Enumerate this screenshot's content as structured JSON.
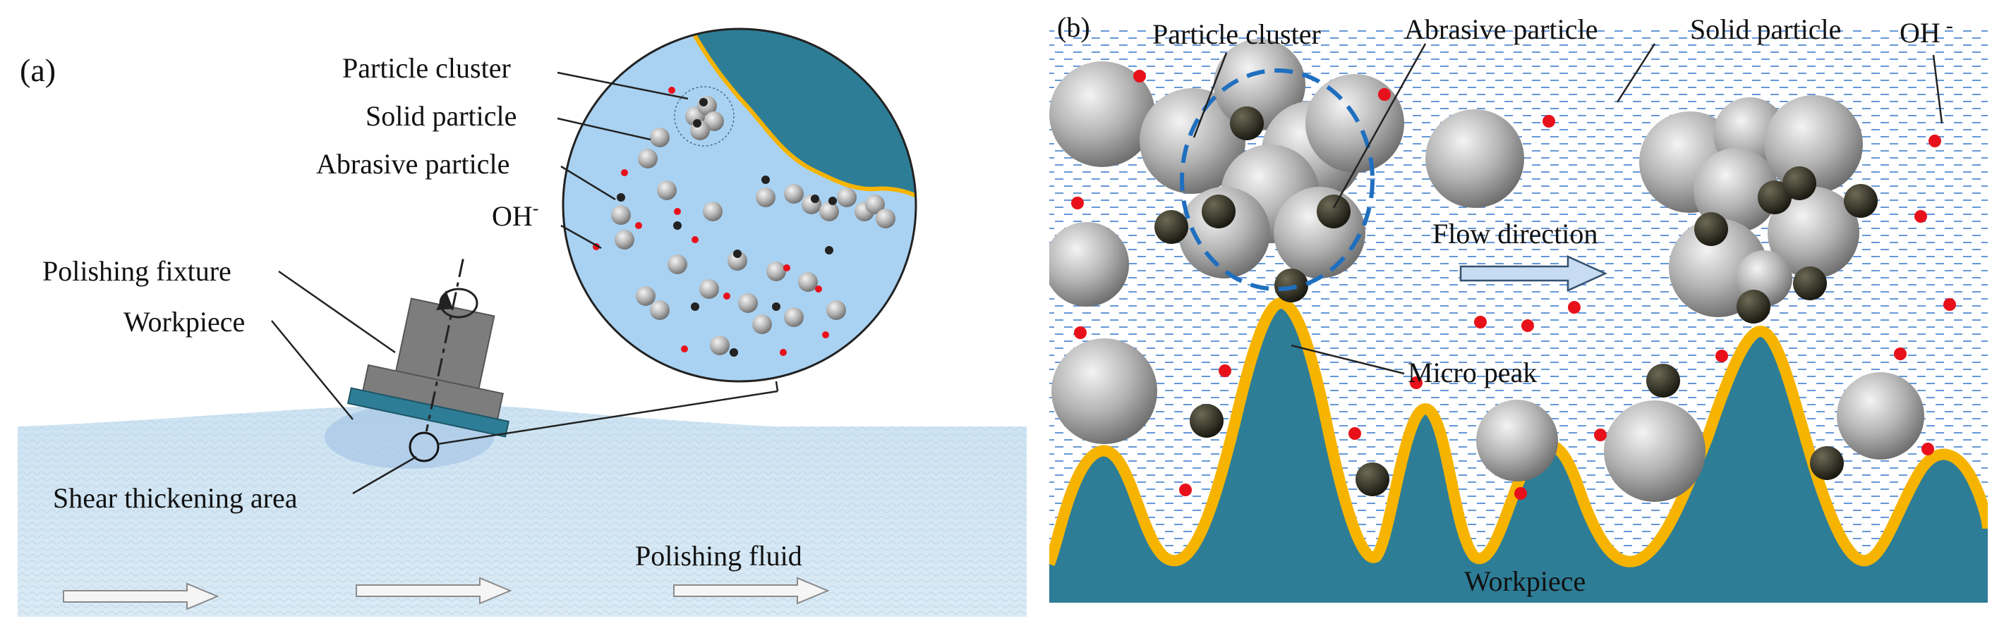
{
  "panel_a": {
    "tag": "(a)",
    "labels": {
      "particle_cluster": "Particle cluster",
      "solid_particle": "Solid particle",
      "abrasive_particle": "Abrasive particle",
      "oh": "OH",
      "oh_sup": "-",
      "polishing_fixture": "Polishing fixture",
      "workpiece": "Workpiece",
      "shear_area": "Shear thickening area",
      "polishing_fluid": "Polishing fluid"
    }
  },
  "panel_b": {
    "tag": "(b)",
    "labels": {
      "particle_cluster": "Particle cluster",
      "abrasive_particle": "Abrasive particle",
      "solid_particle": "Solid particle",
      "oh": "OH",
      "oh_sup": "-",
      "flow_direction": "Flow direction",
      "micro_peak": "Micro peak",
      "workpiece": "Workpiece"
    }
  },
  "colors": {
    "fluid": "#cfe4f3",
    "circle_fill": "#a9d2f2",
    "workpiece": "#2e7d96",
    "fixture": "#7d7d7d",
    "peak_outline": "#f6b400",
    "cluster_dash": "#1f6fbf",
    "ion": "#e8101a",
    "abrasive": "#2f2d20",
    "dash_lines": "#4a86d0"
  }
}
